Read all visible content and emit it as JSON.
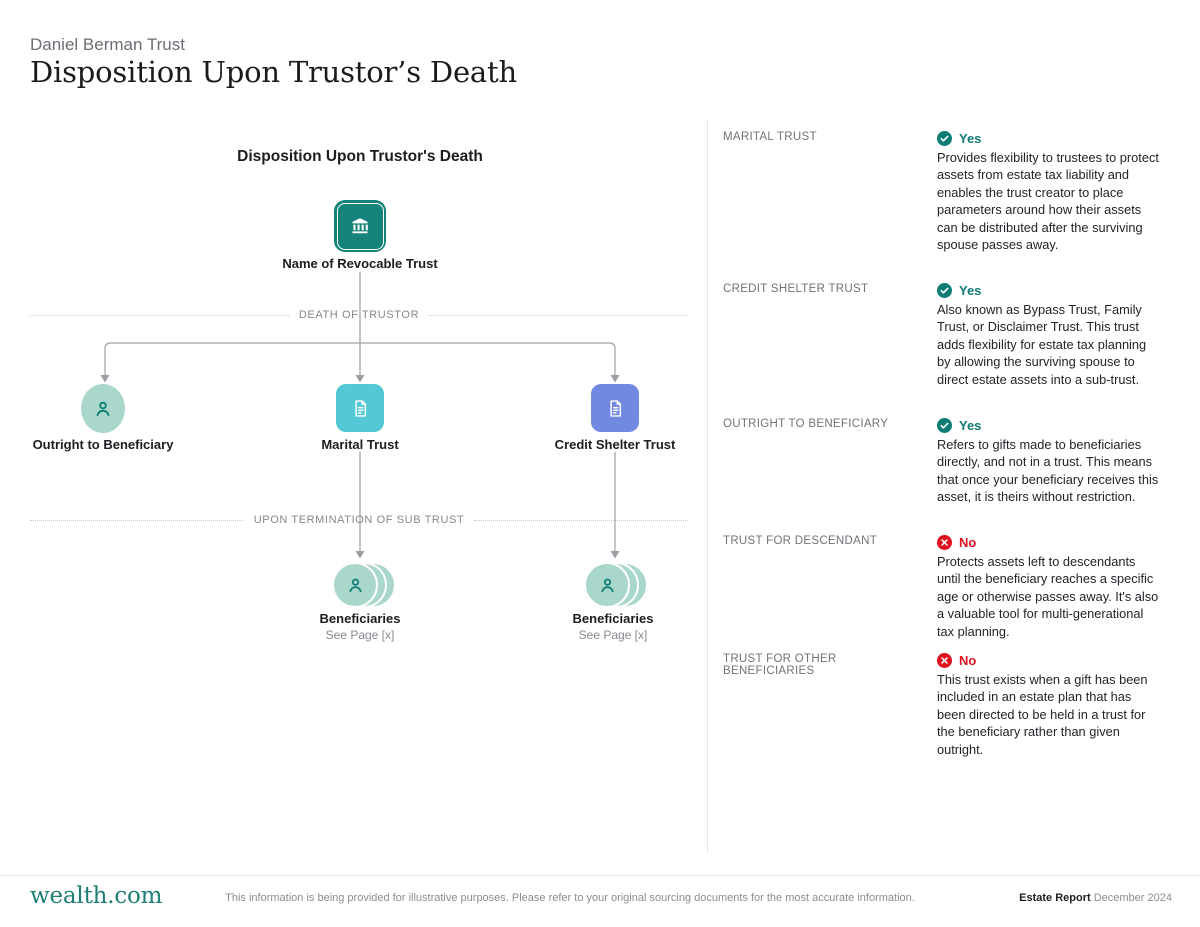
{
  "header": {
    "eyebrow": "Daniel Berman Trust",
    "title": "Disposition Upon Trustor’s Death"
  },
  "diagram": {
    "title": "Disposition Upon Trustor's Death",
    "root": {
      "label": "Name of Revocable Trust",
      "icon": "bank-icon",
      "color": "#15837A"
    },
    "divider1": "DEATH OF TRUSTOR",
    "branches": [
      {
        "label": "Outright to Beneficiary",
        "icon": "person-icon",
        "shape": "circle",
        "color": "#A9D7CC"
      },
      {
        "label": "Marital Trust",
        "icon": "document-icon",
        "shape": "rounded-square",
        "color": "#55C8D5"
      },
      {
        "label": "Credit Shelter Trust",
        "icon": "document-icon",
        "shape": "rounded-square",
        "color": "#7289E1"
      }
    ],
    "divider2": "UPON TERMINATION OF SUB TRUST",
    "terminations": [
      {
        "label": "Beneficiaries",
        "sublabel": "See Page [x]",
        "icon": "people-stack-icon"
      },
      {
        "label": "Beneficiaries",
        "sublabel": "See Page [x]",
        "icon": "people-stack-icon"
      }
    ]
  },
  "legend": {
    "yes_color": "#0E7C72",
    "no_color": "#E0121F",
    "items": [
      {
        "label": "MARITAL TRUST",
        "status": "Yes",
        "description": "Provides flexibility to trustees to protect assets from estate tax liability and enables the trust creator to place parameters around how their assets can be distributed after the surviving spouse passes away."
      },
      {
        "label": "CREDIT SHELTER TRUST",
        "status": "Yes",
        "description": "Also known as Bypass Trust, Family Trust, or Disclaimer Trust. This trust adds flexibility for estate tax planning by allowing the surviving spouse to direct estate assets into a sub-trust."
      },
      {
        "label": "OUTRIGHT TO BENEFICIARY",
        "status": "Yes",
        "description": "Refers to gifts made to beneficiaries directly, and not in a trust. This means that once your beneficiary receives this asset, it is theirs without restriction."
      },
      {
        "label": "TRUST FOR DESCENDANT",
        "status": "No",
        "description": "Protects assets left to descendants until the beneficiary reaches a specific age or otherwise passes away. It's also a valuable tool for multi-generational tax planning."
      },
      {
        "label": "TRUST FOR OTHER BENEFICIARIES",
        "status": "No",
        "description": "This trust exists when a gift has been included in an estate plan that has been directed to be held in a trust for the beneficiary rather than given outright."
      }
    ]
  },
  "footer": {
    "logo": "wealth.com",
    "disclaimer": "This information is being provided for illustrative purposes. Please refer to your original sourcing documents for the most accurate information.",
    "report_label": "Estate Report",
    "report_date": "December 2024"
  }
}
